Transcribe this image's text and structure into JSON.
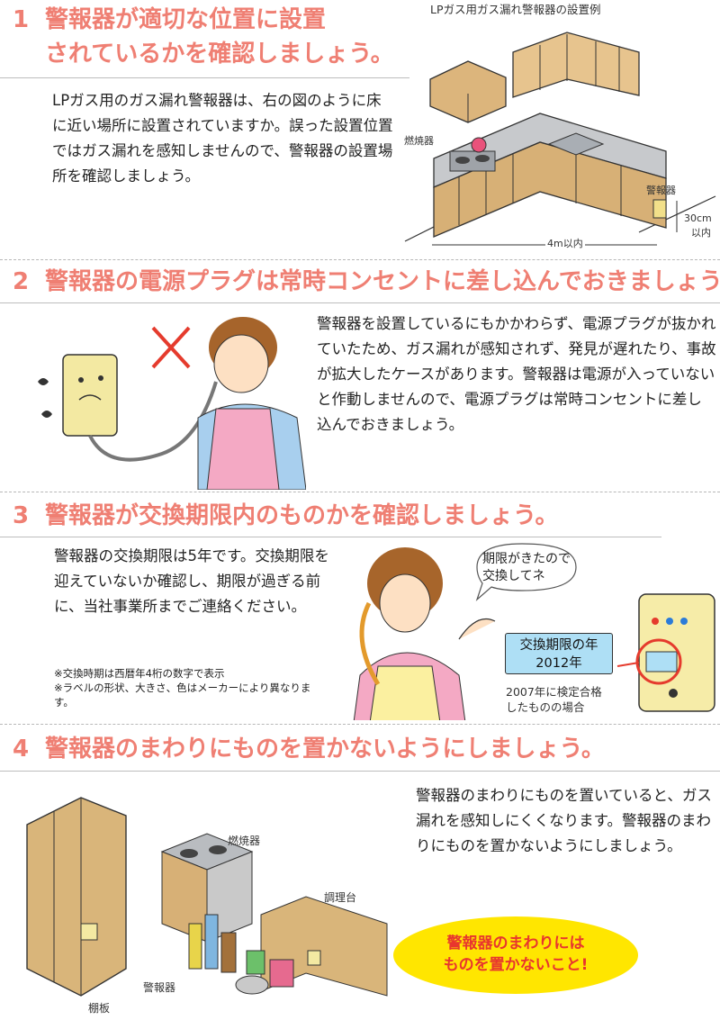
{
  "section1": {
    "num": "1",
    "title_line1": "警報器が適切な位置に設置",
    "title_line2": "されているかを確認しましょう。",
    "body": "LPガス用のガス漏れ警報器は、右の図のように床に近い場所に設置されていますか。誤った設置位置ではガス漏れを感知しませんので、警報器の設置場所を確認しましょう。",
    "figure_caption": "LPガス用ガス漏れ警報器の設置例",
    "label_burner": "燃焼器",
    "label_alarm": "警報器",
    "label_height_1": "30cm",
    "label_height_2": "以内",
    "label_distance": "4m以内"
  },
  "section2": {
    "num": "2",
    "title": "警報器の電源プラグは常時コンセントに差し込んでおきましょう。",
    "body": "警報器を設置しているにもかかわらず、電源プラグが抜かれていたため、ガス漏れが感知されず、発見が遅れたり、事故が拡大したケースがあります。警報器は電源が入っていないと作動しませんので、電源プラグは常時コンセントに差し込んでおきましょう。"
  },
  "section3": {
    "num": "3",
    "title": "警報器が交換期限内のものかを確認しましょう。",
    "body": "警報器の交換期限は5年です。交換期限を迎えていないか確認し、期限が過ぎる前に、当社事業所までご連絡ください。",
    "note1": "※交換時期は西暦年4桁の数字で表示",
    "note2": "※ラベルの形状、大きさ、色はメーカーにより異なります。",
    "bubble_line1": "期限がきたので",
    "bubble_line2": "交換してネ",
    "label_line1": "交換期限の年",
    "label_line2": "2012年",
    "caption_line1": "2007年に検定合格",
    "caption_line2": "したものの場合"
  },
  "section4": {
    "num": "4",
    "title": "警報器のまわりにものを置かないようにしましょう。",
    "body": "警報器のまわりにものを置いていると、ガス漏れを感知しにくくなります。警報器のまわりにものを置かないようにしましょう。",
    "label_burner": "燃焼器",
    "label_counter": "調理台",
    "label_alarm": "警報器",
    "label_shelf": "棚板",
    "callout_line1": "警報器のまわりには",
    "callout_line2": "ものを置かないこと!"
  },
  "colors": {
    "heading": "#ef7f73",
    "callout_bg": "#ffe600",
    "callout_text": "#e8362e",
    "label_bg": "#aedff5",
    "wood": "#d9b57a",
    "apron": "#f4a9c4"
  }
}
